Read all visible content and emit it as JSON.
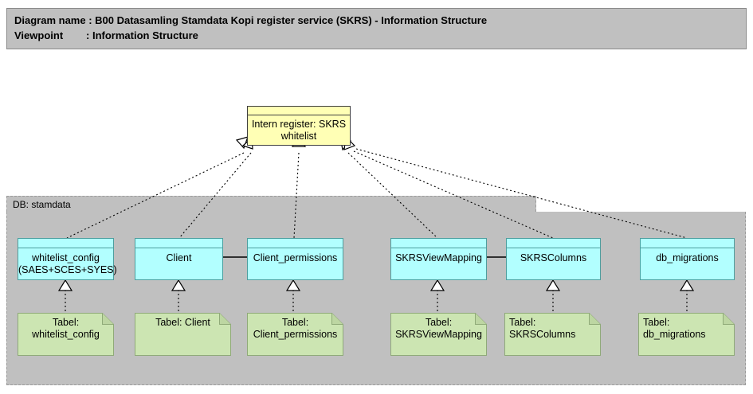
{
  "header": {
    "line1": "Diagram name : B00 Datasamling Stamdata Kopi register service (SKRS) - Information Structure",
    "line2": "Viewpoint        : Information Structure"
  },
  "group": {
    "label": "DB: stamdata",
    "fill": "#c0c0c0",
    "border": "#9a9a9a"
  },
  "colors": {
    "yellow_fill": "#ffffb5",
    "yellow_border": "#404040",
    "cyan_fill": "#b2ffff",
    "cyan_border": "#4d9e9e",
    "green_fill": "#cce5b2",
    "green_border": "#8faa78",
    "header_fill": "#c0c0c0",
    "line": "#000000"
  },
  "root_node": {
    "name": "intern-register-skrs-whitelist",
    "label": "Intern register: SKRS\nwhitelist"
  },
  "entities": [
    {
      "name": "whitelist-config",
      "label": "whitelist_config\n(SAES+SCES+SYES)"
    },
    {
      "name": "client",
      "label": "Client"
    },
    {
      "name": "client-permissions",
      "label": "Client_permissions"
    },
    {
      "name": "skrsviewmapping",
      "label": "SKRSViewMapping"
    },
    {
      "name": "skrscolumns",
      "label": "SKRSColumns"
    },
    {
      "name": "db-migrations",
      "label": "db_migrations"
    }
  ],
  "tables": [
    {
      "name": "tabel-whitelist-config",
      "label": "Tabel:\nwhitelist_config"
    },
    {
      "name": "tabel-client",
      "label": "Tabel: Client"
    },
    {
      "name": "tabel-client-permissions",
      "label": "Tabel:\nClient_permissions"
    },
    {
      "name": "tabel-skrsviewmapping",
      "label": "Tabel:\nSKRSViewMapping"
    },
    {
      "name": "tabel-skrscolumns",
      "label": "Tabel: SKRSColumns"
    },
    {
      "name": "tabel-db-migrations",
      "label": "Tabel: db_migrations"
    }
  ]
}
